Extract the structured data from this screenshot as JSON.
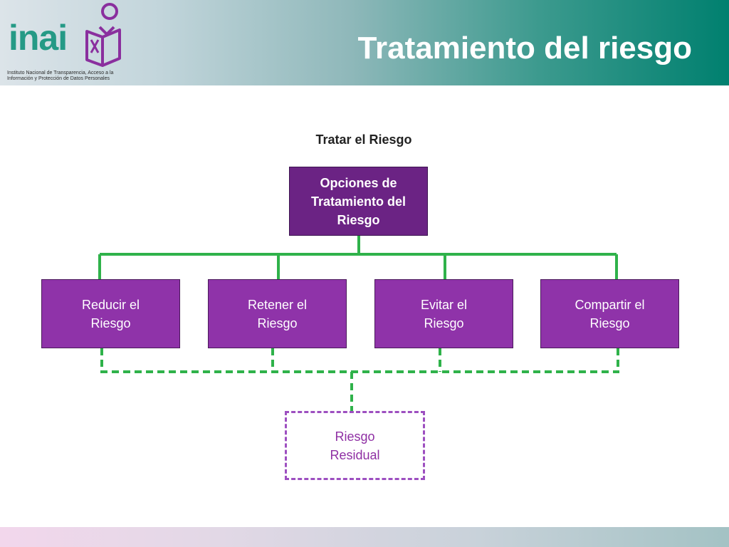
{
  "header": {
    "logo_word": "inai",
    "logo_caption_line1": "Instituto Nacional de Transparencia, Acceso a la",
    "logo_caption_line2": "Información y Protección de Datos Personales",
    "title": "Tratamiento del riesgo"
  },
  "diagram": {
    "title": "Tratar el Riesgo",
    "root": {
      "label": "Opciones de Tratamiento del Riesgo"
    },
    "options": [
      {
        "label": "Reducir el Riesgo"
      },
      {
        "label": "Retener el Riesgo"
      },
      {
        "label": "Evitar el Riesgo"
      },
      {
        "label": "Compartir el Riesgo"
      }
    ],
    "residual": {
      "label": "Riesgo Residual"
    }
  },
  "colors": {
    "root_fill": "#6b2384",
    "option_fill": "#8f33a9",
    "connector": "#2fb24a",
    "residual_border": "#9d4fc0",
    "header_accent": "#00806f"
  }
}
